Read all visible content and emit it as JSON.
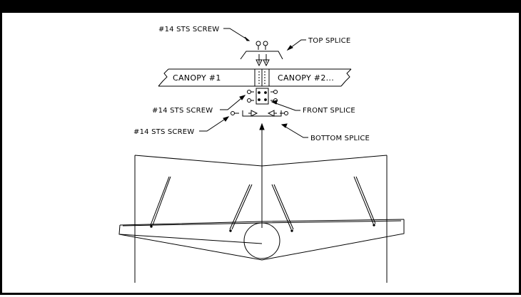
{
  "labels": {
    "top_screw": "#14 STS SCREW",
    "top_splice": "TOP SPLICE",
    "canopy_1": "CANOPY #1",
    "canopy_2": "CANOPY #2...",
    "front_screw": "#14 STS SCREW",
    "front_splice": "FRONT SPLICE",
    "bottom_screw": "#14 STS SCREW",
    "bottom_splice": "BOTTOM SPLICE"
  },
  "colors": {
    "ink": "#000000",
    "paper": "#ffffff"
  }
}
